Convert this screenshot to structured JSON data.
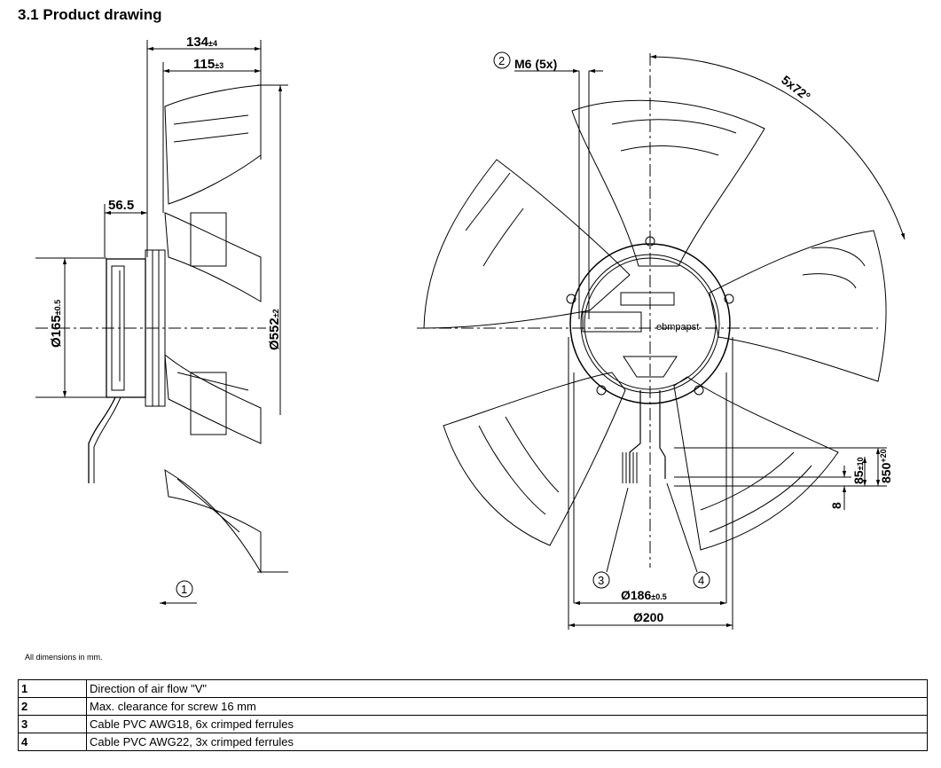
{
  "section_title": "3.1 Product drawing",
  "note": "All dimensions in mm.",
  "side_view": {
    "dim_overall_depth": "134",
    "dim_overall_depth_tol": "±4",
    "dim_depth": "115",
    "dim_depth_tol": "±3",
    "dim_motor": "56.5",
    "dim_motor_diameter": "Ø165",
    "dim_motor_diameter_tol": "±0.5",
    "dim_fan_diameter": "Ø552",
    "dim_fan_diameter_tol": "±2",
    "callout_airflow": "1"
  },
  "front_view": {
    "callout_screw": "2",
    "screw_label": "M6 (5x)",
    "angle_label": "5x72°",
    "brand": "ebmpapst",
    "dim_bolt_circle": "Ø186",
    "dim_bolt_circle_tol": "±0.5",
    "dim_hub": "Ø200",
    "dim_cable_length": "850",
    "dim_cable_length_tol": "+20",
    "dim_cable_strip": "85",
    "dim_cable_strip_tol": "±10",
    "dim_ferrule": "8",
    "callout_cable_a": "3",
    "callout_cable_b": "4"
  },
  "legend": [
    {
      "num": "1",
      "text": "Direction of air flow \"V\""
    },
    {
      "num": "2",
      "text": "Max. clearance for screw 16 mm"
    },
    {
      "num": "3",
      "text": "Cable PVC AWG18, 6x crimped ferrules"
    },
    {
      "num": "4",
      "text": "Cable PVC AWG22, 3x crimped ferrules"
    }
  ]
}
